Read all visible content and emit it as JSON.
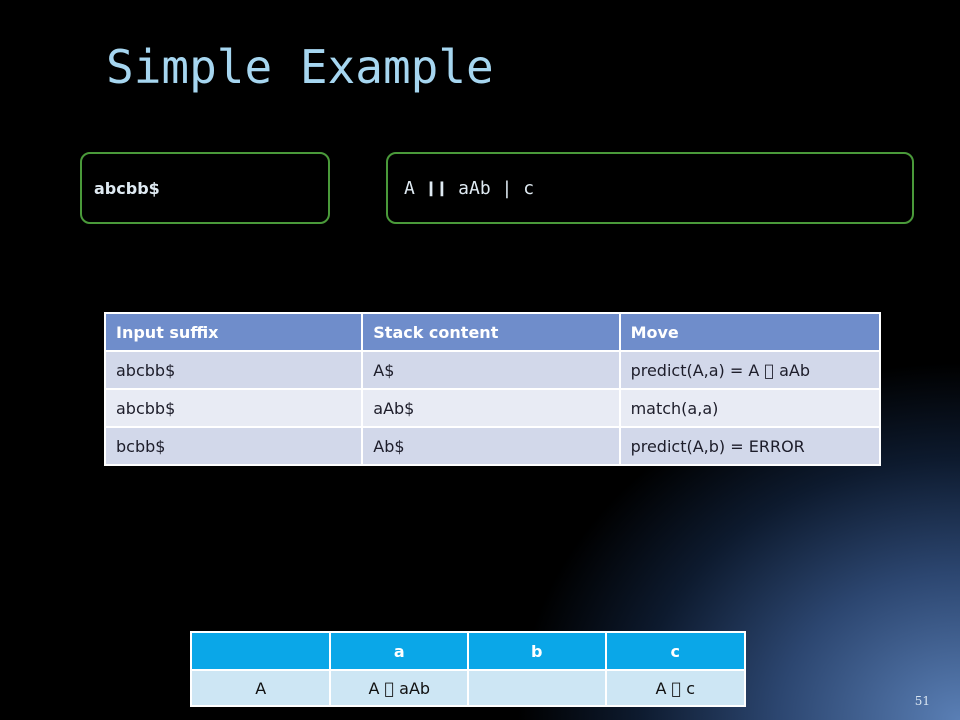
{
  "slide": {
    "title": "Simple Example",
    "page_number": "51"
  },
  "input_box": {
    "text": "abcbb$"
  },
  "grammar_box": {
    "text": "A ❙❙ aAb | c"
  },
  "trace_table": {
    "headers": [
      "Input suffix",
      "Stack content",
      "Move"
    ],
    "rows": [
      [
        "abcbb$",
        "A$",
        "predict(A,a) = A  aAb"
      ],
      [
        "abcbb$",
        "aAb$",
        "match(a,a)"
      ],
      [
        "bcbb$",
        "Ab$",
        "predict(A,b) = ERROR"
      ]
    ]
  },
  "parse_table": {
    "headers": [
      "",
      "a",
      "b",
      "c"
    ],
    "rows": [
      [
        "A",
        "A  aAb",
        "",
        "A  c"
      ]
    ]
  },
  "colors": {
    "title": "#a6d6f0",
    "box_border": "#4a9a3a",
    "trace_header": "#6f8dcb",
    "parse_header": "#0aa7e8"
  }
}
